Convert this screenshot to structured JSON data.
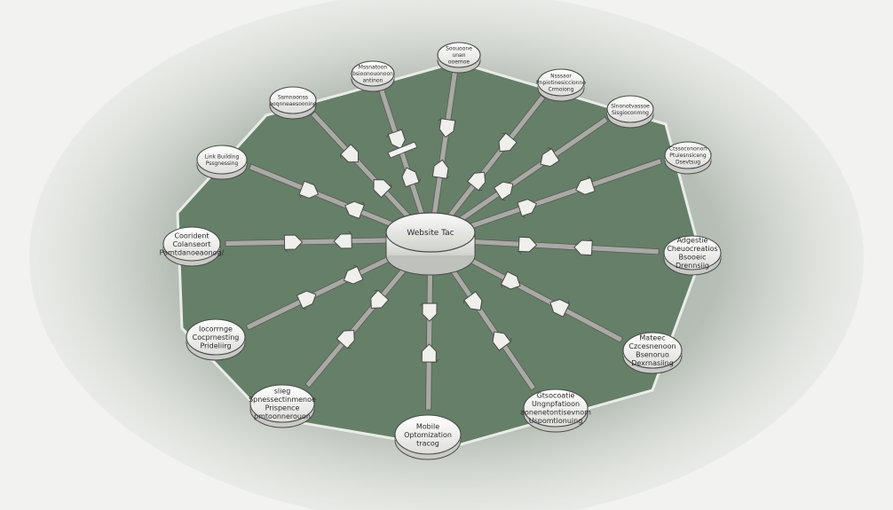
{
  "diagram": {
    "hub": {
      "id": "hub",
      "label": [
        "Website Tac"
      ]
    },
    "nodes": [
      {
        "id": "n1",
        "label": [
          "Soouoone",
          "unan",
          "ooemoe"
        ]
      },
      {
        "id": "n2",
        "label": [
          "Mssnatoon",
          "bsioonouonoon",
          "antinon"
        ]
      },
      {
        "id": "n3",
        "label": [
          "Nsssaor",
          "Pnpiotinesiccionno",
          "Crmoiong"
        ]
      },
      {
        "id": "n4",
        "label": [
          "Slnonotvassoe",
          "Sisgioconmng"
        ]
      },
      {
        "id": "n5",
        "label": [
          "Ctssocononon",
          "Ptuiesnsiceng",
          "Dsevtsug"
        ]
      },
      {
        "id": "n6",
        "label": [
          "Adgestie",
          "Cheuocreatios",
          "Bsooeic",
          "Drennsiig"
        ]
      },
      {
        "id": "n7",
        "label": [
          "Mateec",
          "Czcesnenoon",
          "Bsenoruo",
          "Dexrnasiing"
        ]
      },
      {
        "id": "n8",
        "label": [
          "Gtsocoatie",
          "Ungnpfatioon",
          "aonenetontisevnom",
          "Uspomtionuing"
        ]
      },
      {
        "id": "n9",
        "label": [
          "Mobile",
          "Optomization",
          "tracog"
        ]
      },
      {
        "id": "n10",
        "label": [
          "slieg",
          "Spnessectinmenoe",
          "Prispence",
          "pmtoonnerouon"
        ]
      },
      {
        "id": "n11",
        "label": [
          "Iocorrnge",
          "Cocprnesting",
          "Prideliirg"
        ]
      },
      {
        "id": "n12",
        "label": [
          "Coorident",
          "Colanseort",
          "Pamtdanoeaonog/"
        ]
      },
      {
        "id": "n13",
        "label": [
          "Link Building",
          "Pssgnessing"
        ]
      },
      {
        "id": "n14",
        "label": [
          "Ssmnoonss",
          "ooqnneaesooning"
        ]
      }
    ]
  },
  "colors": {
    "background": "#f2f2f0",
    "platform": "#667f68",
    "platform_edge": "#e9ece8",
    "node_fill": "#f8f8f6",
    "node_stroke": "#4a4a4a",
    "connector": "#8b8b86",
    "arrow_fill": "#efefec"
  },
  "icons": [
    "arrow-icon"
  ]
}
